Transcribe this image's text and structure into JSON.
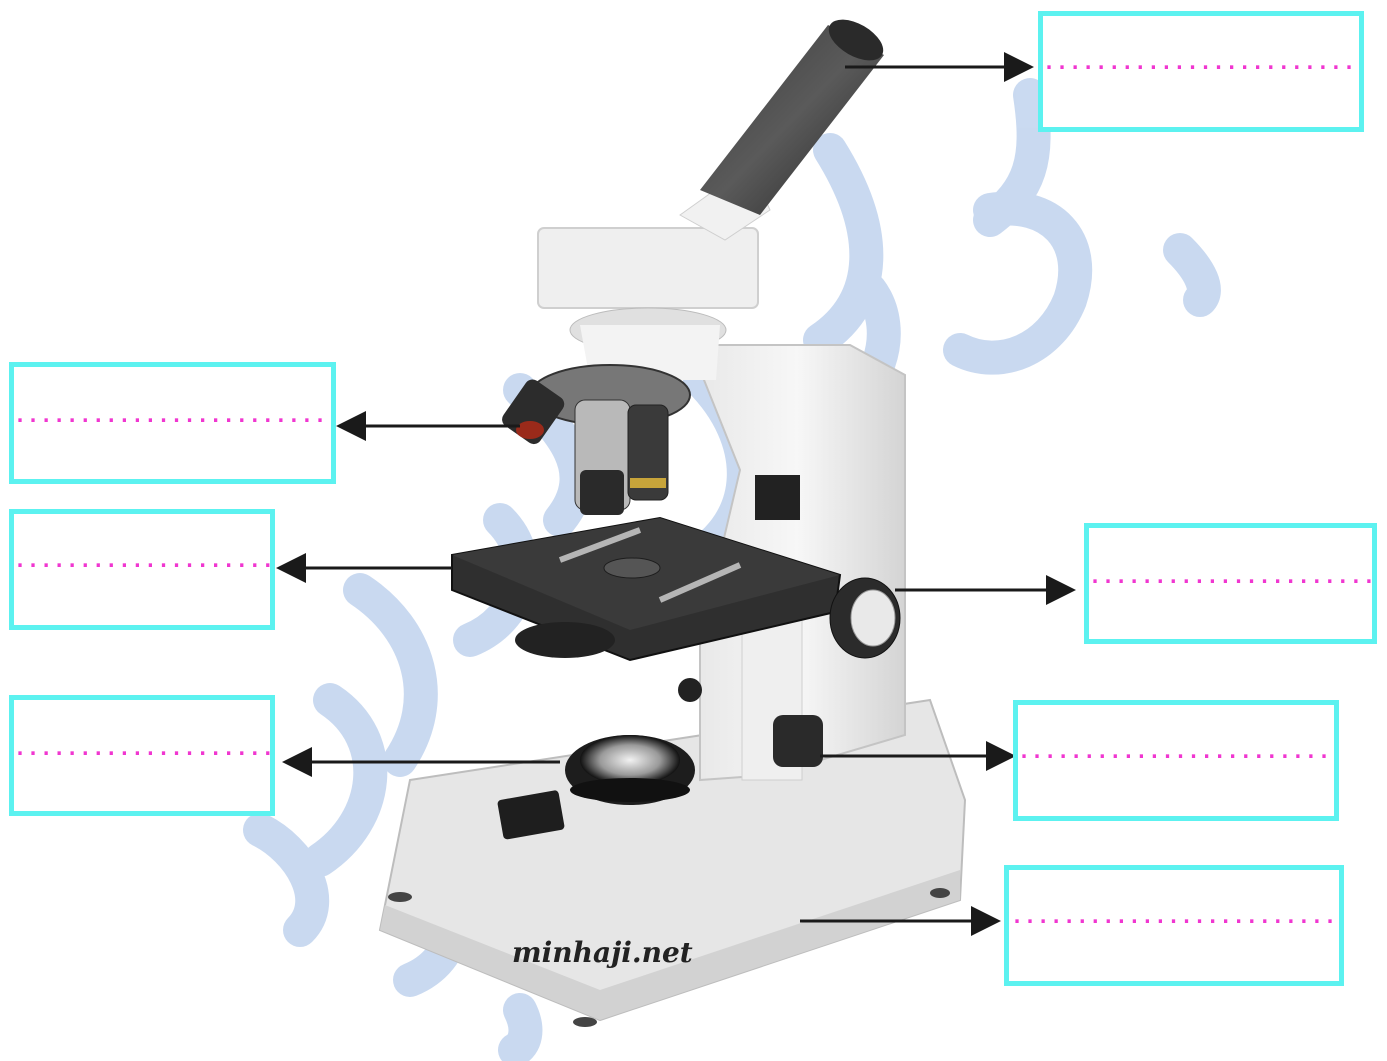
{
  "watermark_site": "minhaji.net",
  "colors": {
    "box_border": "#5cf2f0",
    "blank_dots": "#f036d0",
    "watermark": "#c7d8f0",
    "arrow": "#1a1a1a"
  },
  "labels": [
    {
      "id": "eyepiece",
      "blank": "........................."
    },
    {
      "id": "objective-lenses",
      "blank": "........................."
    },
    {
      "id": "stage",
      "blank": "...................."
    },
    {
      "id": "light-source",
      "blank": "...................."
    },
    {
      "id": "coarse-focus-knob",
      "blank": "......................"
    },
    {
      "id": "fine-focus-knob",
      "blank": "........................."
    },
    {
      "id": "base",
      "blank": "........................."
    }
  ]
}
